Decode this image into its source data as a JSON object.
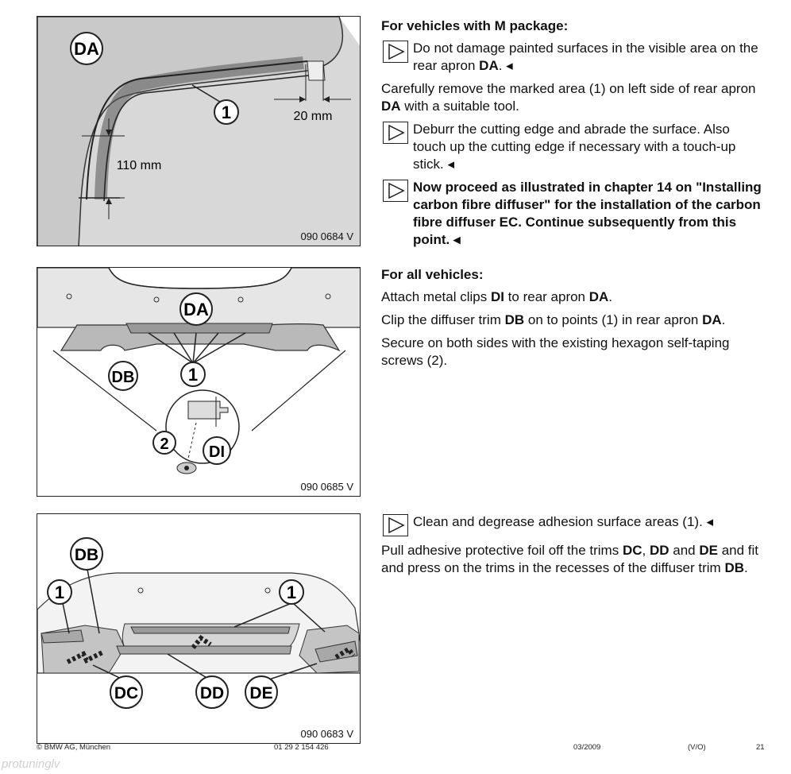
{
  "figures": [
    {
      "id": "090 0684 V",
      "callouts": {
        "da": "DA",
        "one": "1",
        "dim_horizontal": "20 mm",
        "dim_vertical": "110 mm"
      }
    },
    {
      "id": "090 0685 V",
      "callouts": {
        "da": "DA",
        "db": "DB",
        "one": "1",
        "two": "2",
        "di": "DI"
      }
    },
    {
      "id": "090 0683 V",
      "callouts": {
        "db": "DB",
        "one_left": "1",
        "one_right": "1",
        "dc": "DC",
        "dd": "DD",
        "de": "DE"
      }
    }
  ],
  "section1": {
    "heading": "For vehicles with M package:",
    "note1": {
      "pre": "Do not damage painted surfaces in the visible area on the rear apron ",
      "b": "DA",
      "post": ". ◂"
    },
    "para1": {
      "pre": "Carefully remove the marked area (1) on left side of rear apron ",
      "b": "DA",
      "post": " with a suitable tool."
    },
    "note2": "Deburr the cutting edge and abrade the surface. Also touch up the cutting edge if necessary with a touch-up stick. ◂",
    "note3": "Now proceed as illustrated in chapter 14 on \"Installing carbon fibre diffuser\" for the installation of the carbon fibre diffuser EC. Continue subsequently from this point. ◂"
  },
  "section2": {
    "heading": "For all vehicles:",
    "para1": {
      "t1": "Attach metal clips ",
      "b1": "DI",
      "t2": " to rear apron ",
      "b2": "DA",
      "t3": "."
    },
    "para2": {
      "t1": "Clip the diffuser trim ",
      "b1": "DB",
      "t2": " on to points (1) in rear apron ",
      "b2": "DA",
      "t3": "."
    },
    "para3": "Secure on both sides with the existing hexagon self-taping screws (2)."
  },
  "section3": {
    "note1": "Clean and degrease adhesion surface areas (1). ◂",
    "para1": {
      "t1": "Pull adhesive protective foil off the trims ",
      "b1": "DC",
      "t2": ", ",
      "b2": "DD",
      "t3": " and ",
      "b3": "DE",
      "t4": " and fit and press on the trims in the recesses of the diffuser trim ",
      "b4": "DB",
      "t5": "."
    }
  },
  "footer": {
    "copyright": "© BMW AG, München",
    "doc_number": "01 29 2 154 426",
    "date": "03/2009",
    "code": "(V/O)",
    "page": "21"
  },
  "watermark": "protuninglv"
}
